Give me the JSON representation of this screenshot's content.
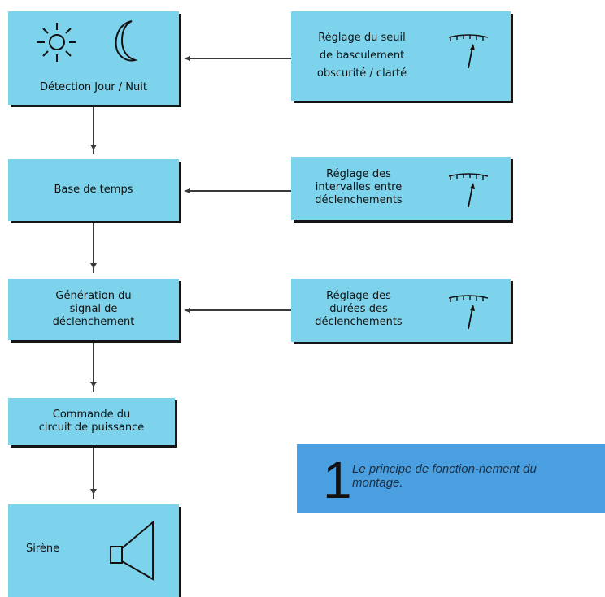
{
  "blocks": {
    "detection": {
      "label": "Détection Jour / Nuit"
    },
    "base_temps": {
      "label": "Base de temps"
    },
    "generation": {
      "lines": [
        "Génération du",
        "signal de",
        "déclenchement"
      ]
    },
    "commande": {
      "lines": [
        "Commande du",
        "circuit de puissance"
      ]
    },
    "sirene": {
      "label": "Sirène"
    }
  },
  "adjustments": {
    "seuil": {
      "lines": [
        "Réglage du seuil",
        "de basculement",
        "obscurité / clarté"
      ]
    },
    "intervalles": {
      "lines": [
        "Réglage des",
        "intervalles entre",
        "déclenchements"
      ]
    },
    "durees": {
      "lines": [
        "Réglage des",
        "durées des",
        "déclenchements"
      ]
    }
  },
  "caption": {
    "number": "1",
    "text": "Le principe de fonction-nement du montage."
  },
  "colors": {
    "box": "#7ed3ec",
    "caption": "#4a9fe0",
    "line": "#3a3a3a"
  },
  "icons": [
    "sun-icon",
    "moon-icon",
    "potentiometer-icon",
    "speaker-icon"
  ]
}
